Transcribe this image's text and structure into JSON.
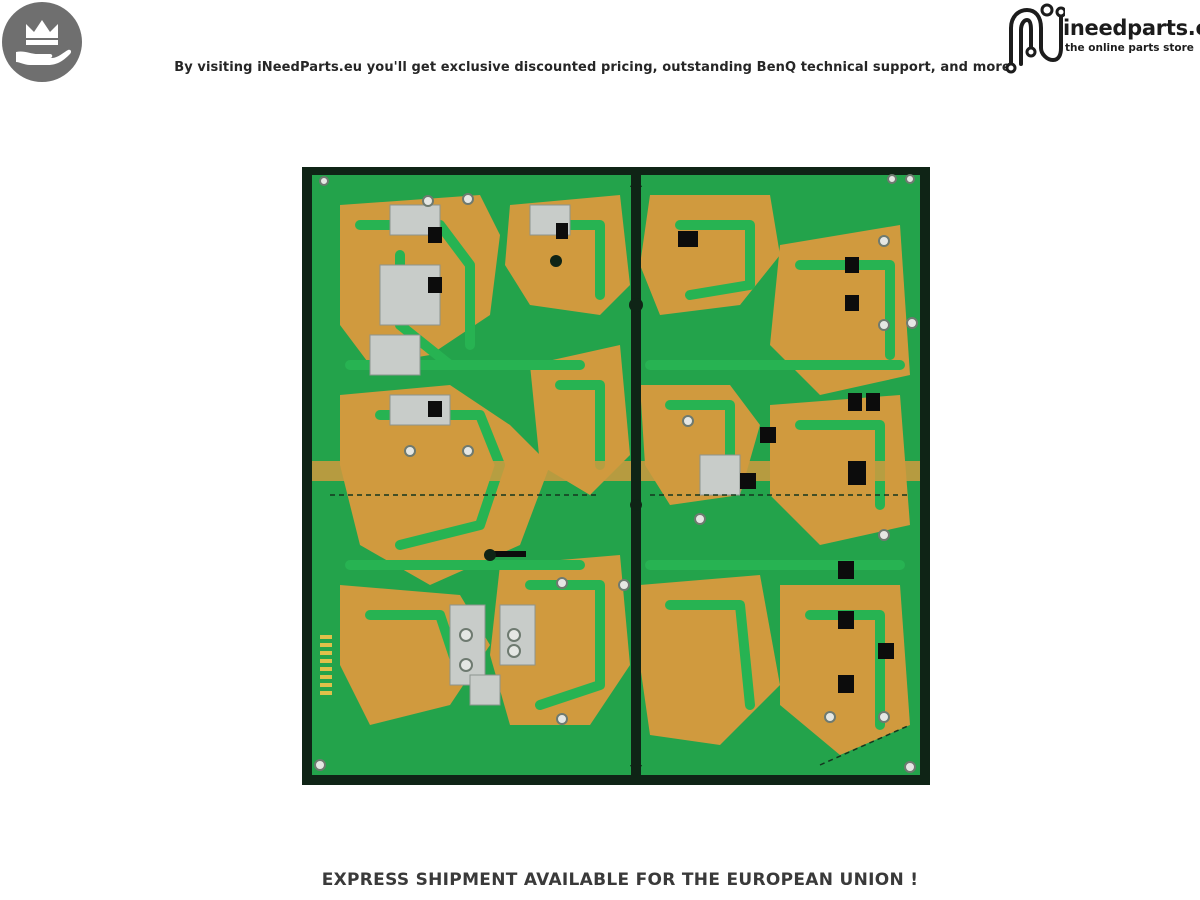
{
  "header": {
    "badge_icon": "crown-hand-icon",
    "tagline": "By visiting iNeedParts.eu you'll get exclusive discounted pricing, outstanding BenQ technical support, and more",
    "logo": {
      "icon": "ineedparts-logo-icon",
      "name": "ineedparts.eu",
      "subtitle": "the online parts store"
    }
  },
  "product": {
    "image": "circuit-board-photo"
  },
  "footer": {
    "notice": "EXPRESS SHIPMENT AVAILABLE FOR THE EUROPEAN UNION !"
  },
  "colors": {
    "badge": "#6f6f6f",
    "board_green": "#20a64a",
    "board_copper": "#d09a3e",
    "text": "#262626"
  }
}
